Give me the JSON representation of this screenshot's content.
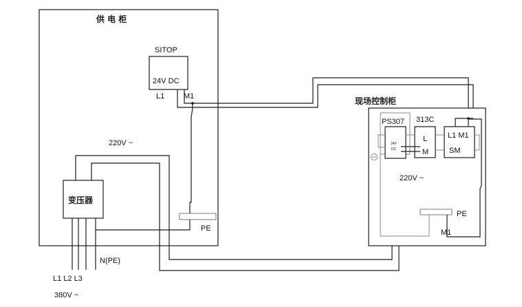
{
  "supply_cabinet": {
    "title": "供 电 柜",
    "sitop": {
      "name": "SITOP",
      "output": "24V DC",
      "terminal_l1": "L1",
      "terminal_m1": "M1"
    },
    "voltage_label": "220V ~",
    "transformer": "变压器",
    "pe_label": "PE"
  },
  "mains": {
    "phases": "L1 L2 L3",
    "neutral": "N(PE)",
    "voltage": "380V ~"
  },
  "field_cabinet": {
    "title": "现场控制柜",
    "ps307": {
      "name": "PS307",
      "line1": "24V",
      "line2": "DC"
    },
    "cpu": {
      "name": "313C",
      "l": "L",
      "m": "M"
    },
    "sm": {
      "l1m1": "L1 M1",
      "sm": "SM"
    },
    "voltage_label": "220V ~",
    "pe_label": "PE",
    "m1_label": "M1"
  }
}
